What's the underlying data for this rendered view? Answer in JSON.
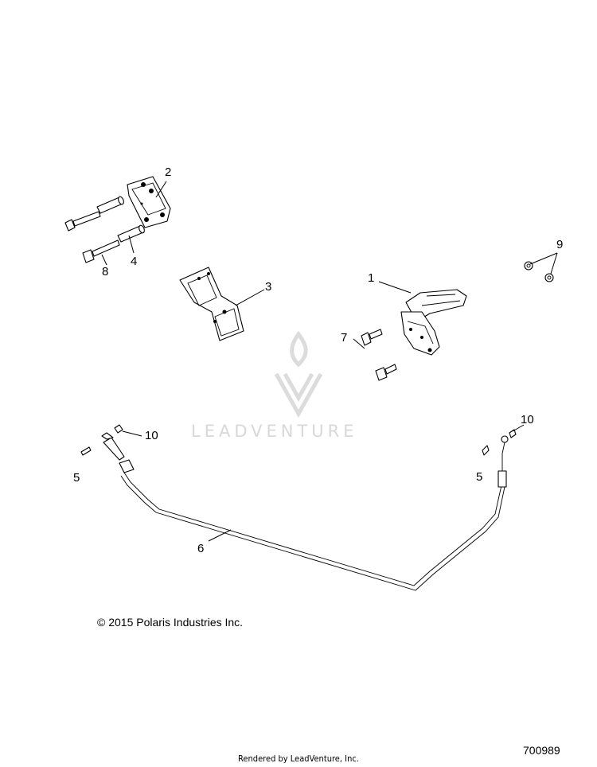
{
  "callouts": {
    "c1": "1",
    "c2": "2",
    "c3": "3",
    "c4": "4",
    "c5a": "5",
    "c5b": "5",
    "c6": "6",
    "c7": "7",
    "c8": "8",
    "c9": "9",
    "c10a": "10",
    "c10b": "10"
  },
  "footer": {
    "copyright": "© 2015 Polaris Industries Inc.",
    "drawing_number": "700989",
    "rendered_by": "Rendered by LeadVenture, Inc."
  },
  "watermark": {
    "text": "LEADVENTURE",
    "color": "#d8d8d8"
  }
}
